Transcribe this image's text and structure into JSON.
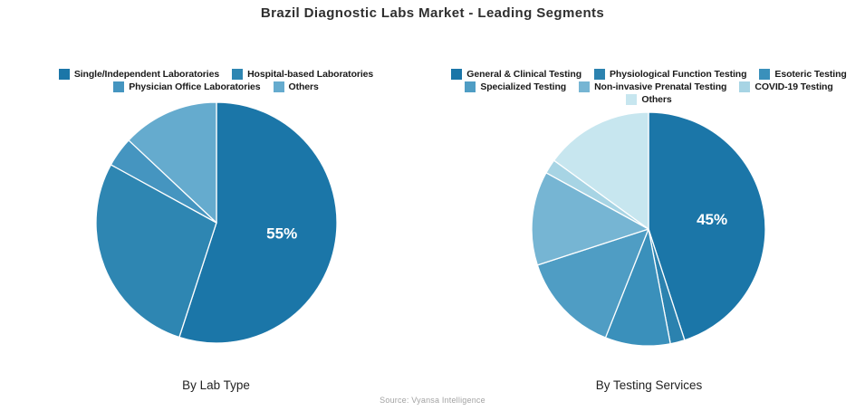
{
  "page_title": "Brazil Diagnostic Labs Market - Leading Segments",
  "source_label": "Source: Vyansa Intelligence",
  "accent_colors": {
    "dark_blue": "#1b76a8",
    "pale_blue": "#c7e6ef",
    "label_white": "#ffffff"
  },
  "chart_data": [
    {
      "type": "pie",
      "title": "By Lab Type",
      "categories": [
        "Single/Independent Laboratories",
        "Hospital-based Laboratories",
        "Physician Office Laboratories",
        "Others"
      ],
      "values": [
        55,
        28,
        4,
        13
      ],
      "unit": "%",
      "data_labels": [
        "55%",
        "",
        "",
        ""
      ],
      "colors": [
        "#1b76a8",
        "#2e86b2",
        "#4595c0",
        "#65abce"
      ],
      "start_angle": "12-oclock",
      "direction": "clockwise",
      "legend_position": "top",
      "legend_rows": [
        [
          0,
          1
        ],
        [
          2,
          3
        ]
      ]
    },
    {
      "type": "pie",
      "title": "By Testing Services",
      "categories": [
        "General & Clinical Testing",
        "Physiological Function Testing",
        "Esoteric Testing",
        "Specialized Testing",
        "Non-invasive Prenatal Testing",
        "COVID-19 Testing",
        "Others"
      ],
      "values": [
        45,
        2,
        9,
        14,
        13,
        2,
        15
      ],
      "unit": "%",
      "data_labels": [
        "45%",
        "",
        "",
        "",
        "",
        "",
        ""
      ],
      "colors": [
        "#1b76a8",
        "#2b82af",
        "#3a90bb",
        "#4f9dc4",
        "#76b5d3",
        "#a7d4e4",
        "#c7e6ef"
      ],
      "start_angle": "12-oclock",
      "direction": "clockwise",
      "legend_position": "top",
      "legend_rows": [
        [
          0,
          1,
          2
        ],
        [
          3,
          4,
          5
        ],
        [
          6
        ]
      ]
    }
  ]
}
